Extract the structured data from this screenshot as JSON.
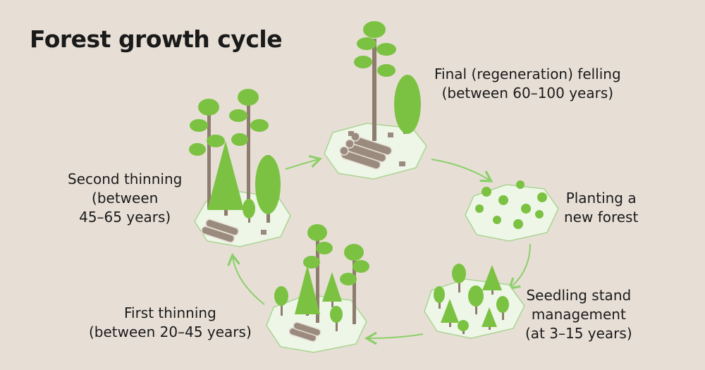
{
  "title": "Forest growth cycle",
  "stages": [
    {
      "id": "final",
      "lines": [
        "Final (regeneration) felling",
        "(between 60–100 years)"
      ]
    },
    {
      "id": "planting",
      "lines": [
        "Planting a",
        "new forest"
      ]
    },
    {
      "id": "seedling",
      "lines": [
        "Seedling stand",
        "management",
        "(at 3–15 years)"
      ]
    },
    {
      "id": "first",
      "lines": [
        "First thinning",
        "(between 20–45 years)"
      ]
    },
    {
      "id": "second",
      "lines": [
        "Second thinning",
        "(between",
        "45–65 years)"
      ]
    }
  ],
  "colors": {
    "background": "#e7dfd6",
    "ground": "#eef6e7",
    "ground_edge": "#9fcf88",
    "foliage": "#7cc242",
    "foliage_dark": "#5aa830",
    "trunk": "#8e7d6e",
    "log": "#9a8b7e",
    "arrow": "#8ccf6a"
  }
}
